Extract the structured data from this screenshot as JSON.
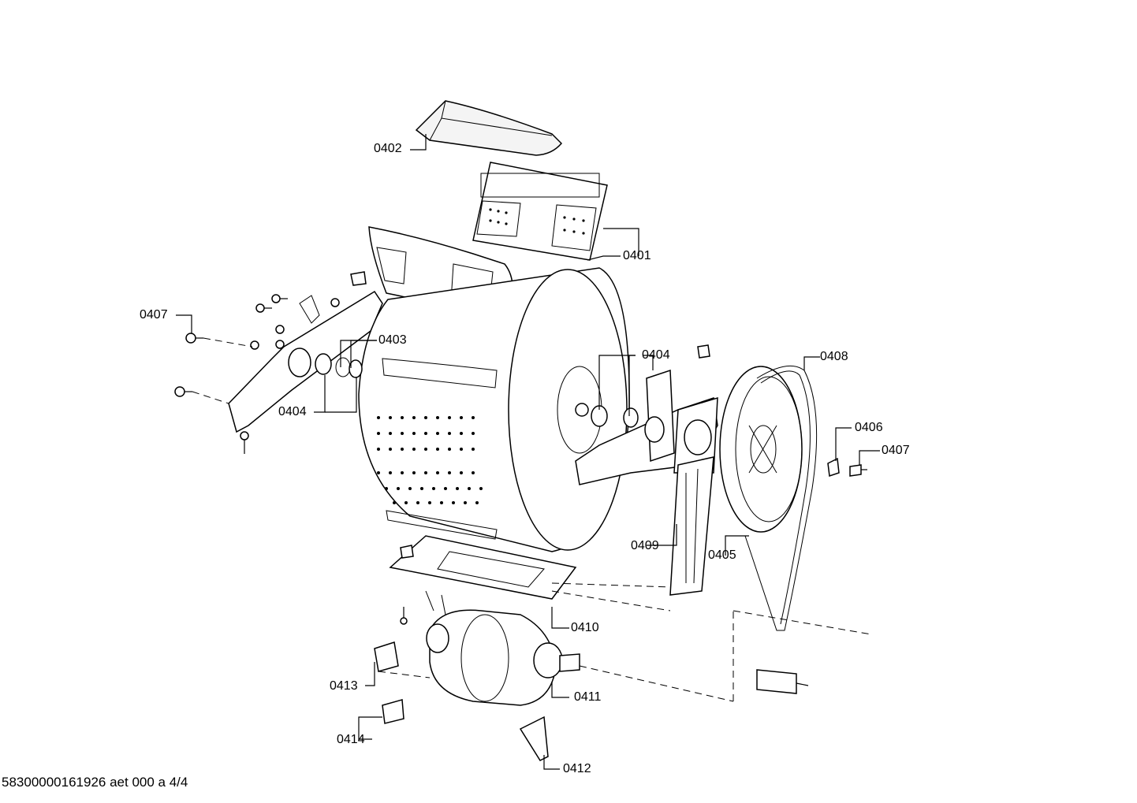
{
  "drawing": {
    "footer": "58300000161926 aet 000 a 4/4",
    "callouts": [
      {
        "id": "0401",
        "text": "0401"
      },
      {
        "id": "0402",
        "text": "0402"
      },
      {
        "id": "0403",
        "text": "0403"
      },
      {
        "id": "0404a",
        "text": "0404"
      },
      {
        "id": "0404b",
        "text": "0404"
      },
      {
        "id": "0405",
        "text": "0405"
      },
      {
        "id": "0406",
        "text": "0406"
      },
      {
        "id": "0407a",
        "text": "0407"
      },
      {
        "id": "0407b",
        "text": "0407"
      },
      {
        "id": "0408",
        "text": "0408"
      },
      {
        "id": "0409",
        "text": "0409"
      },
      {
        "id": "0410",
        "text": "0410"
      },
      {
        "id": "0411",
        "text": "0411"
      },
      {
        "id": "0412",
        "text": "0412"
      },
      {
        "id": "0413",
        "text": "0413"
      },
      {
        "id": "0414",
        "text": "0414"
      }
    ]
  },
  "icons": [
    "drum-icon",
    "drum-flap-icon",
    "baffle-icon",
    "bearing-bracket-icon",
    "pulley-icon",
    "belt-icon",
    "motor-icon",
    "screw-icon",
    "nut-icon",
    "suppressor-icon",
    "clip-icon",
    "support-plate-icon"
  ]
}
